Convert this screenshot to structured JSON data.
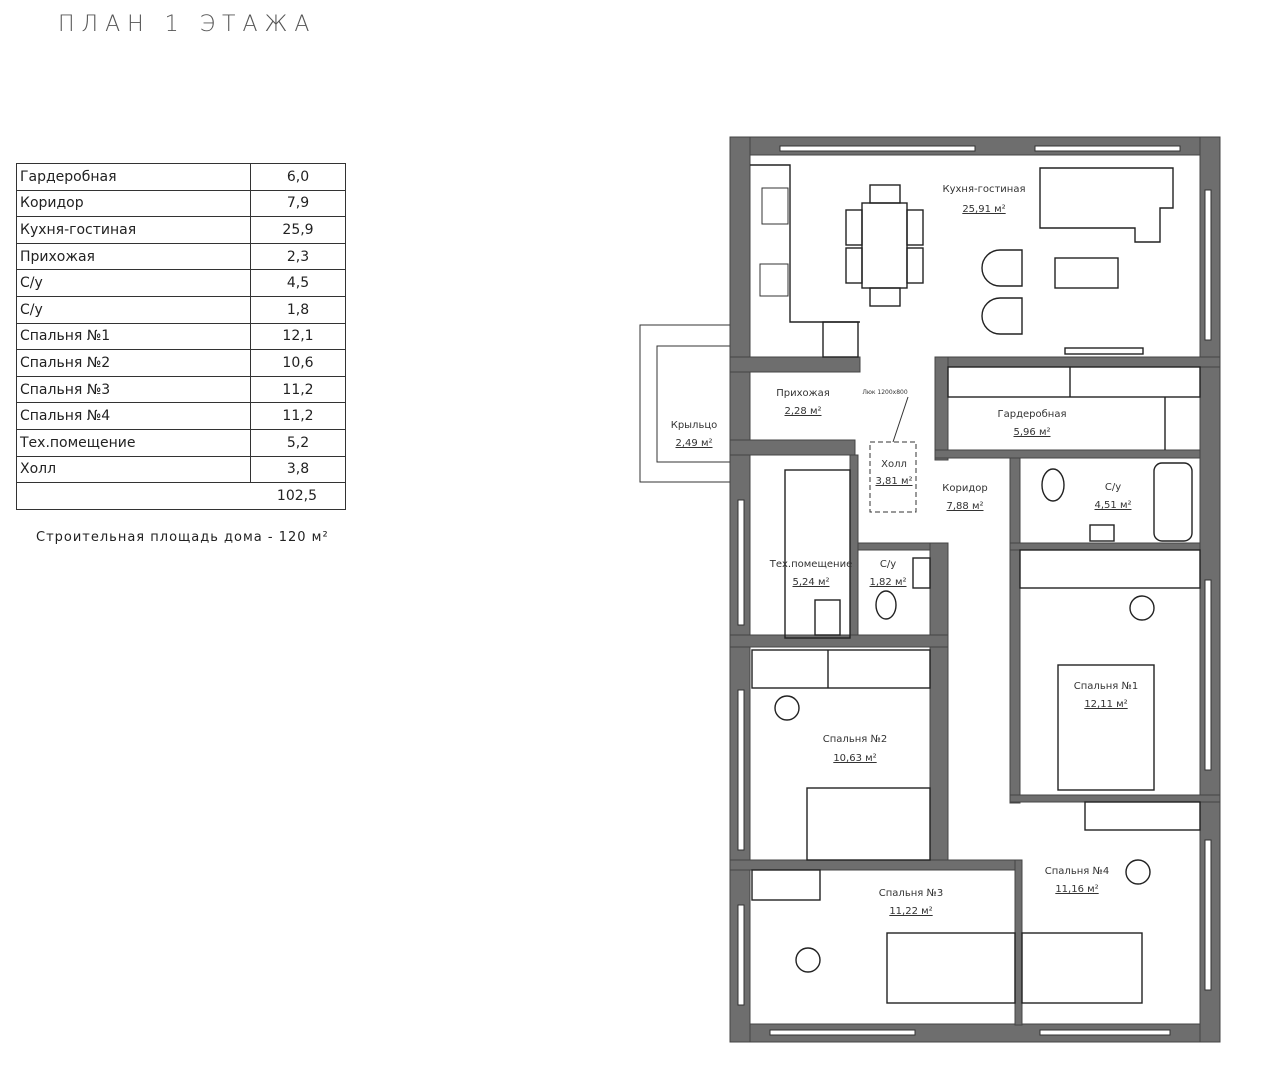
{
  "title": "ПЛАН 1 ЭТАЖА",
  "area_table": {
    "rows": [
      {
        "room": "Гардеробная",
        "area": "6,0"
      },
      {
        "room": "Коридор",
        "area": "7,9"
      },
      {
        "room": "Кухня-гостиная",
        "area": "25,9"
      },
      {
        "room": "Прихожая",
        "area": "2,3"
      },
      {
        "room": "С/у",
        "area": "4,5"
      },
      {
        "room": "С/у",
        "area": "1,8"
      },
      {
        "room": "Спальня №1",
        "area": "12,1"
      },
      {
        "room": "Спальня №2",
        "area": "10,6"
      },
      {
        "room": "Спальня №3",
        "area": "11,2"
      },
      {
        "room": "Спальня №4",
        "area": "11,2"
      },
      {
        "room": "Тех.помещение",
        "area": "5,2"
      },
      {
        "room": "Холл",
        "area": "3,8"
      }
    ],
    "total": "102,5"
  },
  "building_area_note": "Строительная площадь дома - 120 м²",
  "plan": {
    "rooms": {
      "kitchen": {
        "name": "Кухня-гостиная",
        "area": "25,91 м²"
      },
      "hallway": {
        "name": "Прихожая",
        "area": "2,28 м²"
      },
      "porch": {
        "name": "Крыльцо",
        "area": "2,49 м²"
      },
      "hatch": {
        "name": "Люк 1200х800"
      },
      "hall": {
        "name": "Холл",
        "area": "3,81 м²"
      },
      "wardrobe": {
        "name": "Гардеробная",
        "area": "5,96 м²"
      },
      "corridor": {
        "name": "Коридор",
        "area": "7,88 м²"
      },
      "bath1": {
        "name": "С/у",
        "area": "4,51 м²"
      },
      "tech": {
        "name": "Тех.помещение",
        "area": "5,24 м²"
      },
      "bath2": {
        "name": "С/у",
        "area": "1,82 м²"
      },
      "bedroom1": {
        "name": "Спальня №1",
        "area": "12,11 м²"
      },
      "bedroom2": {
        "name": "Спальня №2",
        "area": "10,63 м²"
      },
      "bedroom3": {
        "name": "Спальня №3",
        "area": "11,22 м²"
      },
      "bedroom4": {
        "name": "Спальня №4",
        "area": "11,16 м²"
      }
    }
  }
}
